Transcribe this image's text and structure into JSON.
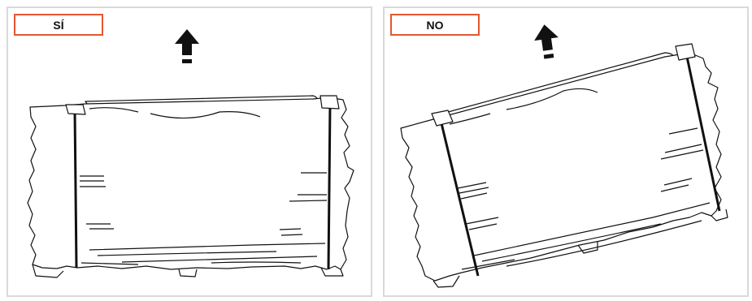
{
  "panels": [
    {
      "label": "SÍ",
      "accent_color": "#e4572e",
      "icon": "up-arrow-icon",
      "depiction": "level-wrapped-pallet"
    },
    {
      "label": "NO",
      "accent_color": "#e4572e",
      "icon": "up-arrow-icon",
      "depiction": "tilted-wrapped-pallet"
    }
  ]
}
